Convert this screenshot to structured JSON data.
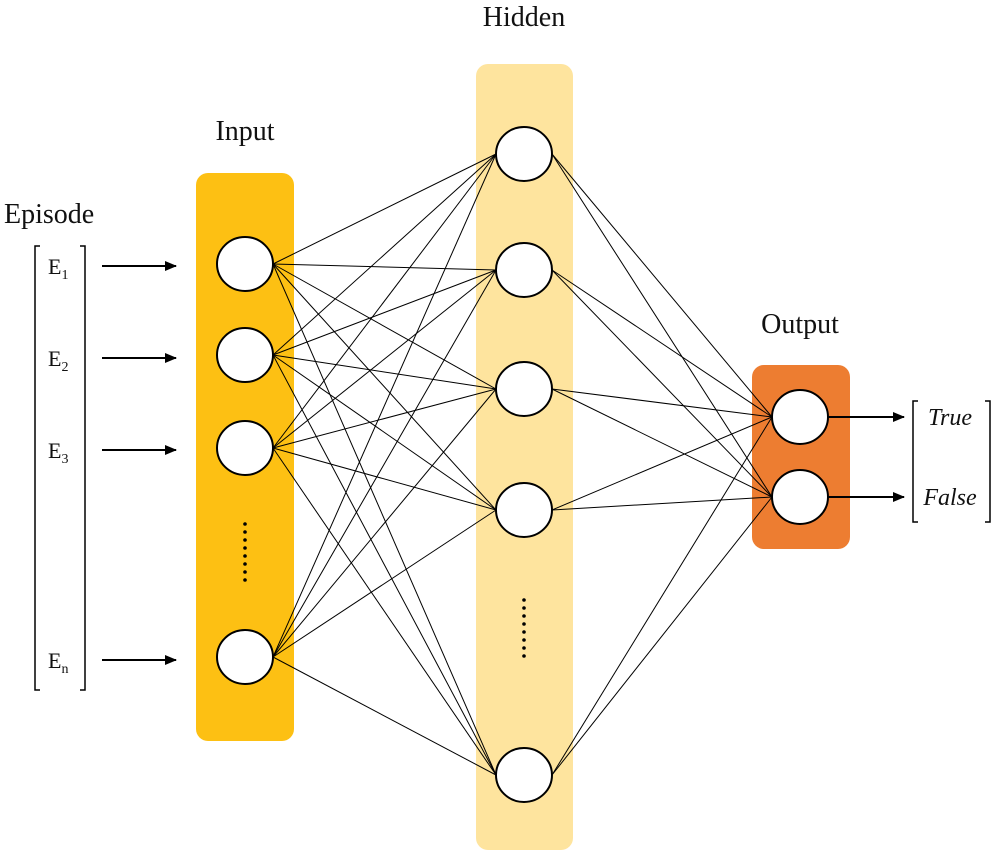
{
  "titles": {
    "episode": "Episode",
    "input": "Input",
    "hidden": "Hidden",
    "output": "Output"
  },
  "episodes": [
    {
      "base": "E",
      "sub": "1"
    },
    {
      "base": "E",
      "sub": "2"
    },
    {
      "base": "E",
      "sub": "3"
    },
    {
      "base": "E",
      "sub": "n"
    }
  ],
  "outputs": [
    "True",
    "False"
  ],
  "colors": {
    "input_panel": "#FDC013",
    "hidden_panel": "#FEE49E",
    "output_panel": "#ED7D31",
    "node_fill": "#ffffff",
    "line": "#000000"
  },
  "layers": {
    "input_nodes": 4,
    "hidden_nodes": 5,
    "output_nodes": 2,
    "input_has_ellipsis": true,
    "hidden_has_ellipsis": true
  }
}
